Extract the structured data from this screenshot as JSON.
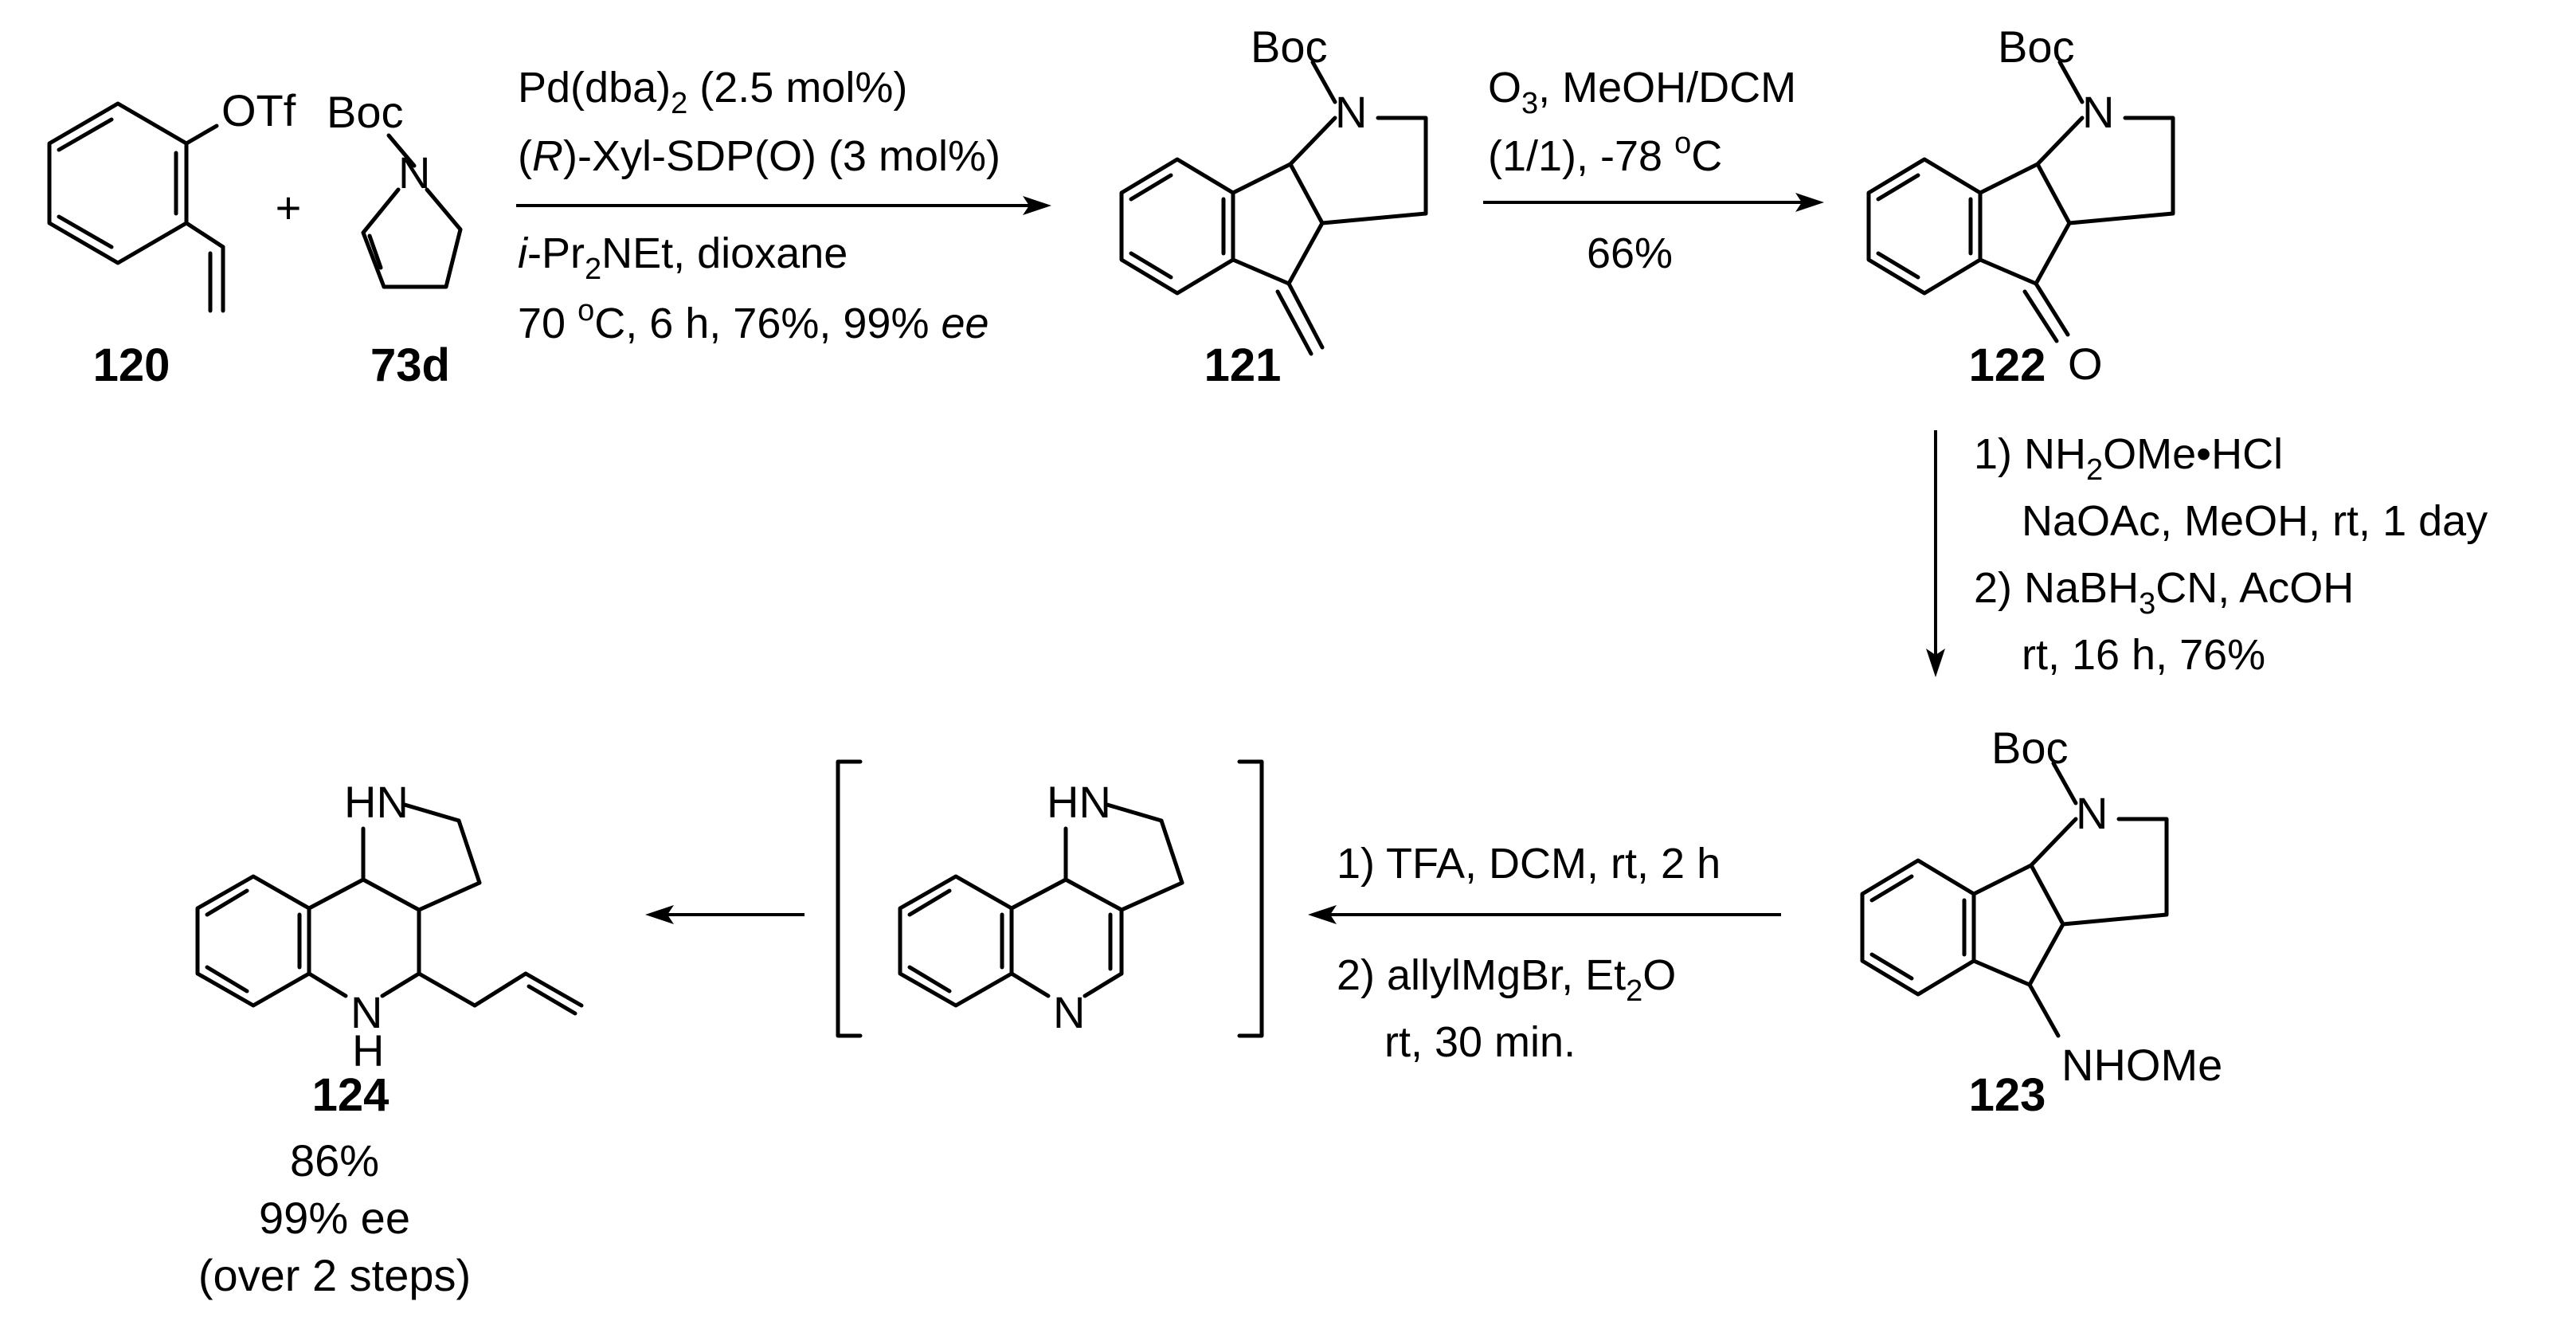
{
  "compounds": {
    "c120": {
      "label": "120",
      "atoms": {
        "otf": "OTf"
      }
    },
    "c73d": {
      "label": "73d",
      "atoms": {
        "boc": "Boc",
        "n": "N"
      }
    },
    "c121": {
      "label": "121",
      "atoms": {
        "boc": "Boc",
        "n": "N"
      }
    },
    "c122": {
      "label": "122",
      "atoms": {
        "boc": "Boc",
        "n": "N",
        "o": "O"
      }
    },
    "c123": {
      "label": "123",
      "atoms": {
        "boc": "Boc",
        "n": "N",
        "nhome": "NHOMe"
      }
    },
    "intermediate": {
      "atoms": {
        "hn": "HN",
        "n": "N"
      }
    },
    "c124": {
      "label": "124",
      "atoms": {
        "hn": "HN",
        "n": "N",
        "h": "H"
      },
      "results": [
        "86%",
        "99% ee",
        "(over 2 steps)"
      ]
    }
  },
  "plus": "+",
  "step1": {
    "catalyst": {
      "main": "Pd(dba)",
      "sub": "2",
      "rest": " (2.5 mol%)"
    },
    "ligand": {
      "open": "(",
      "italic": "R",
      "rest": ")-Xyl-SDP(O) (3 mol%)"
    },
    "base": {
      "italic": "i",
      "pre": "-Pr",
      "sub": "2",
      "rest": "NEt, dioxane"
    },
    "temp": {
      "pre": "70 ",
      "sup": "o",
      "rest": "C, 6 h, 76%, 99% ",
      "italic": "ee"
    }
  },
  "step2": {
    "line1": {
      "pre": "O",
      "sub": "3",
      "rest": ", MeOH/DCM"
    },
    "line2": {
      "pre": "(1/1), -78 ",
      "sup": "o",
      "rest": "C"
    },
    "yield": "66%"
  },
  "step3": {
    "line1": {
      "pre": "1) NH",
      "sub": "2",
      "rest": "OMe•HCl"
    },
    "line2": "NaOAc, MeOH, rt, 1 day",
    "line3": {
      "pre": "2) NaBH",
      "sub": "3",
      "rest": "CN, AcOH"
    },
    "line4": "rt, 16 h, 76%"
  },
  "step4": {
    "line1": "1) TFA, DCM, rt, 2 h",
    "line2": {
      "pre": "2) allylMgBr, Et",
      "sub": "2",
      "rest": "O"
    },
    "line3": "rt, 30 min."
  }
}
